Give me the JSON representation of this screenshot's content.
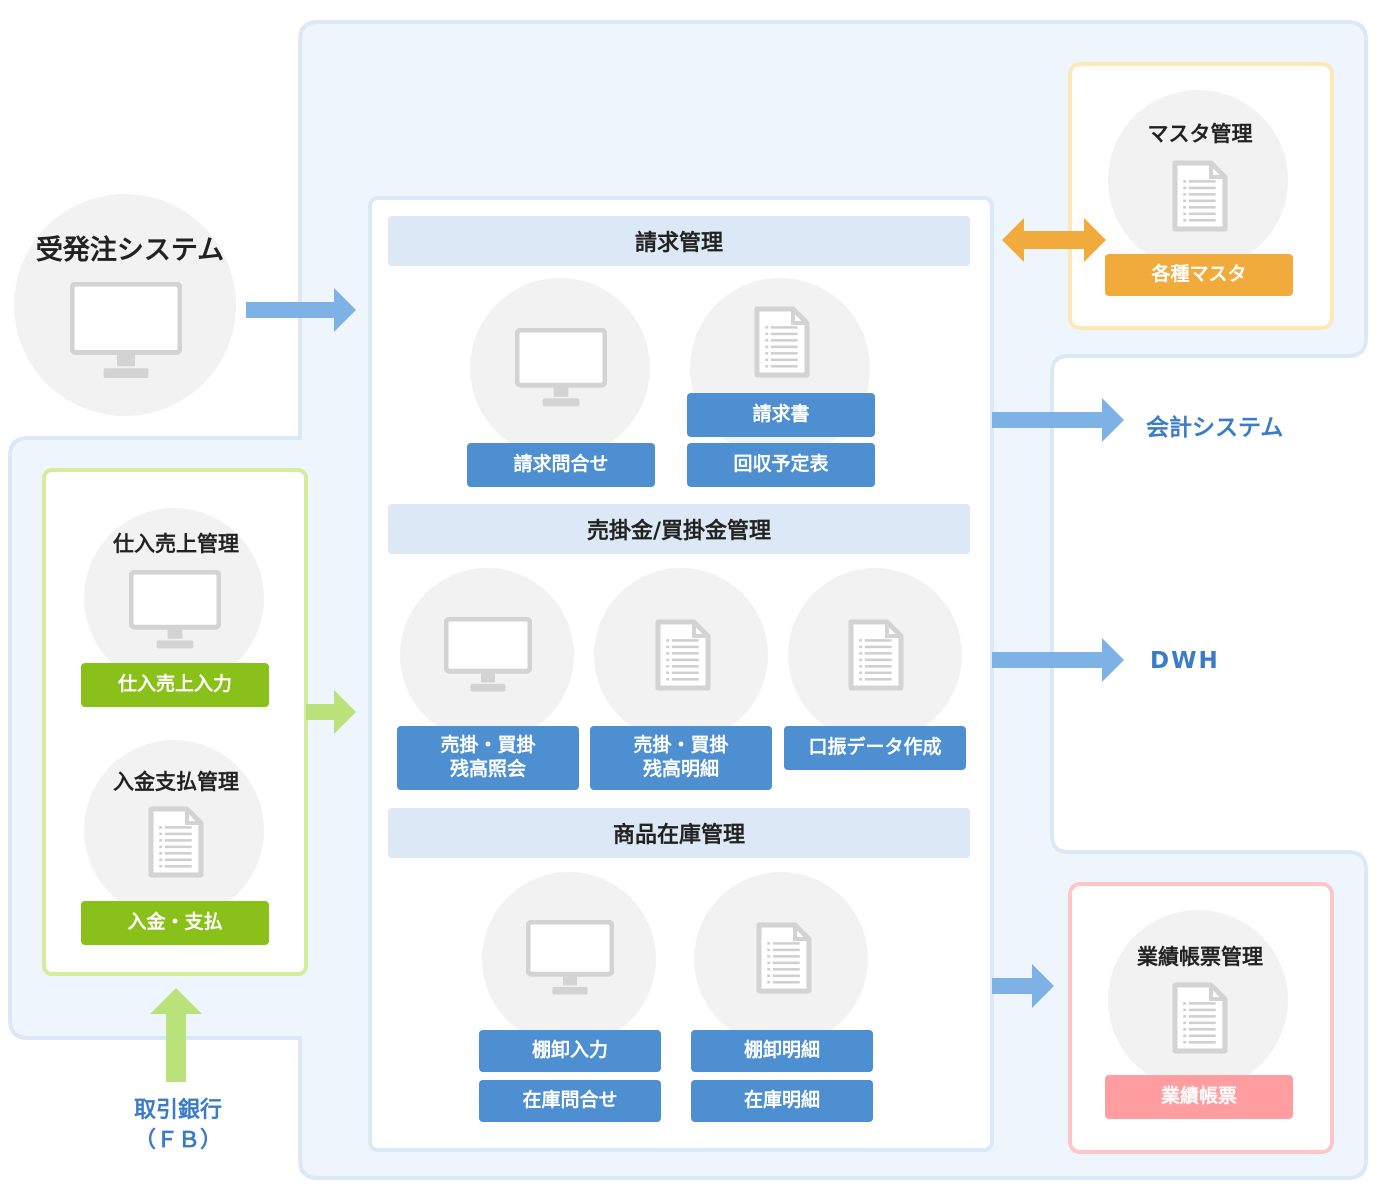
{
  "order_system": {
    "title": "受発注システム"
  },
  "billing": {
    "header": "請求管理",
    "inquiry": "請求問合せ",
    "invoice": "請求書",
    "schedule": "回収予定表"
  },
  "receivable": {
    "header": "売掛金/買掛金管理",
    "balance_inquiry": "売掛・買掛\n残高照会",
    "balance_detail": "売掛・買掛\n残高明細",
    "transfer_data": "口振データ作成"
  },
  "inventory": {
    "header": "商品在庫管理",
    "stocktake_input": "棚卸入力",
    "stock_inquiry": "在庫問合せ",
    "stocktake_detail": "棚卸明細",
    "stock_detail": "在庫明細"
  },
  "purchase_sales": {
    "title": "仕入売上管理",
    "button": "仕入売上入力"
  },
  "payment": {
    "title": "入金支払管理",
    "button": "入金・支払"
  },
  "bank": {
    "label": "取引銀行\n（ＦＢ）"
  },
  "master": {
    "title": "マスタ管理",
    "button": "各種マスタ"
  },
  "accounting": {
    "label": "会計システム"
  },
  "dwh": {
    "label": "DWH"
  },
  "performance": {
    "title": "業績帳票管理",
    "button": "業績帳票"
  },
  "colors": {
    "blue": "#4d8fd1",
    "green": "#8ac01a",
    "orange": "#f0ab3c",
    "pink": "#ff9da1",
    "panel": "#eef5fc"
  }
}
